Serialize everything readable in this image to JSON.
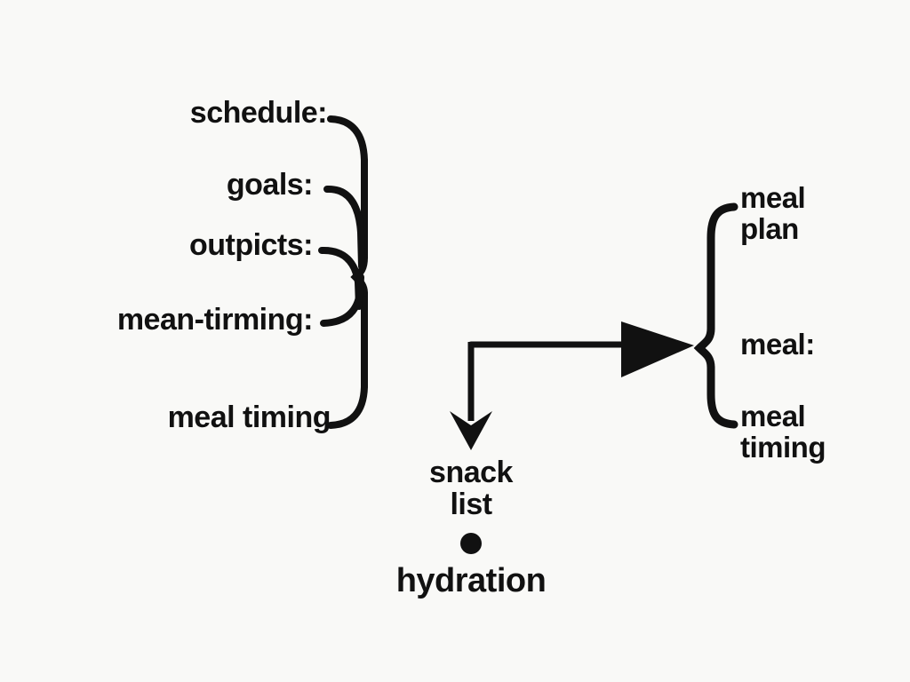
{
  "diagram": {
    "type": "hand-drawn-flow-diagram",
    "background_color": "#f9f9f7",
    "ink_color": "#111111",
    "left_group": {
      "name": "input-bracket-group",
      "bracket": "right-facing-curly-brace",
      "items": [
        {
          "label": "schedule:"
        },
        {
          "label": "goals:"
        },
        {
          "label": "outpicts:"
        },
        {
          "label": "mean-tirming:"
        },
        {
          "label": "meal timing"
        }
      ]
    },
    "right_group": {
      "name": "output-bracket-group",
      "bracket": "left-facing-curly-brace",
      "items": [
        {
          "label": "meal\nplan"
        },
        {
          "label": "meal:"
        },
        {
          "label": "meal\ntiming"
        }
      ]
    },
    "center_branch": {
      "name": "snack-branch",
      "items": [
        {
          "label": "snack\nlist"
        },
        {
          "label": "hydration"
        }
      ],
      "bullet": "filled-dot"
    },
    "connectors": [
      {
        "name": "elbow-to-meal-plan",
        "direction": "right",
        "arrowhead": "large-solid-triangle"
      },
      {
        "name": "elbow-to-snack-list",
        "direction": "down",
        "arrowhead": "small-solid-arrow"
      }
    ]
  }
}
